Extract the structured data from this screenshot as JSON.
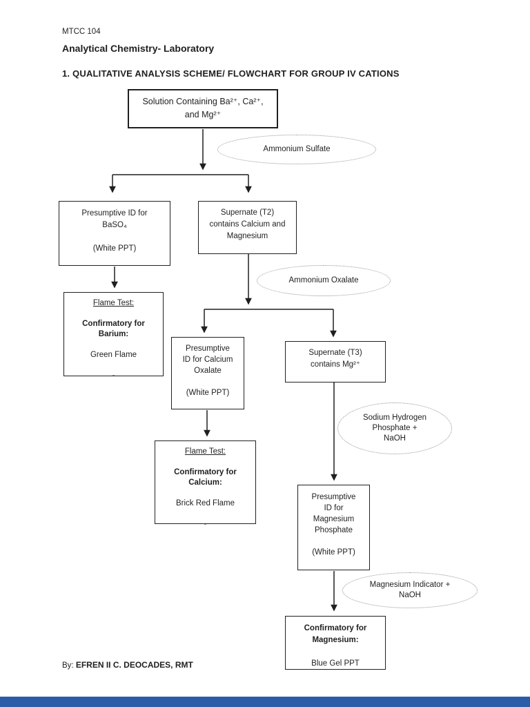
{
  "header": {
    "course_code": "MTCC 104",
    "course_title": "Analytical Chemistry- Laboratory",
    "section_heading": "1. QUALITATIVE ANALYSIS SCHEME/ FLOWCHART FOR GROUP IV CATIONS"
  },
  "flowchart": {
    "boxes": {
      "solution": {
        "lines": [
          "Solution Containing Ba²⁺, Ca²⁺,",
          "and Mg²⁺"
        ]
      },
      "baso4": {
        "lines": [
          "Presumptive ID for",
          "BaSO₄",
          "",
          "(White PPT)"
        ]
      },
      "supernate_t2": {
        "lines": [
          "Supernate (T2)",
          "contains Calcium and",
          "Magnesium"
        ]
      },
      "flame_barium": {
        "lines": [
          "Flame Test:",
          "",
          "Confirmatory for",
          "Barium:",
          "",
          "Green Flame",
          "",
          "-"
        ]
      },
      "calcium_oxalate": {
        "lines": [
          "Presumptive",
          "ID for Calcium",
          "Oxalate",
          "",
          "(White PPT)"
        ]
      },
      "supernate_t3": {
        "lines": [
          "Supernate (T3)",
          "contains Mg²⁺"
        ]
      },
      "flame_calcium": {
        "lines": [
          "Flame Test:",
          "",
          "Confirmatory for",
          "Calcium:",
          "",
          "Brick Red Flame",
          "",
          "-"
        ]
      },
      "magnesium_phosphate": {
        "lines": [
          "Presumptive",
          "ID for",
          "Magnesium",
          "Phosphate",
          "",
          "(White PPT)"
        ]
      },
      "confirmatory_magnesium": {
        "lines": [
          "Confirmatory for",
          "Magnesium:",
          "",
          "Blue Gel PPT"
        ]
      }
    },
    "reagents": {
      "ammonium_sulfate": {
        "lines": [
          "Ammonium Sulfate"
        ]
      },
      "ammonium_oxalate": {
        "lines": [
          "Ammonium Oxalate"
        ]
      },
      "sodium_hydrogen_phosphate": {
        "lines": [
          "Sodium Hydrogen",
          "Phosphate +",
          "NaOH"
        ]
      },
      "magnesium_indicator": {
        "lines": [
          "Magnesium Indicator +",
          "NaOH"
        ]
      }
    }
  },
  "footer": {
    "byline_prefix": "By:",
    "author": "EFREN II C. DEOCADES, RMT"
  },
  "colors": {
    "text": "#1f1f1f",
    "box_border": "#1f1f1f",
    "ellipse_border": "#8f8f8f",
    "footer_bar": "#2b5ca8"
  }
}
